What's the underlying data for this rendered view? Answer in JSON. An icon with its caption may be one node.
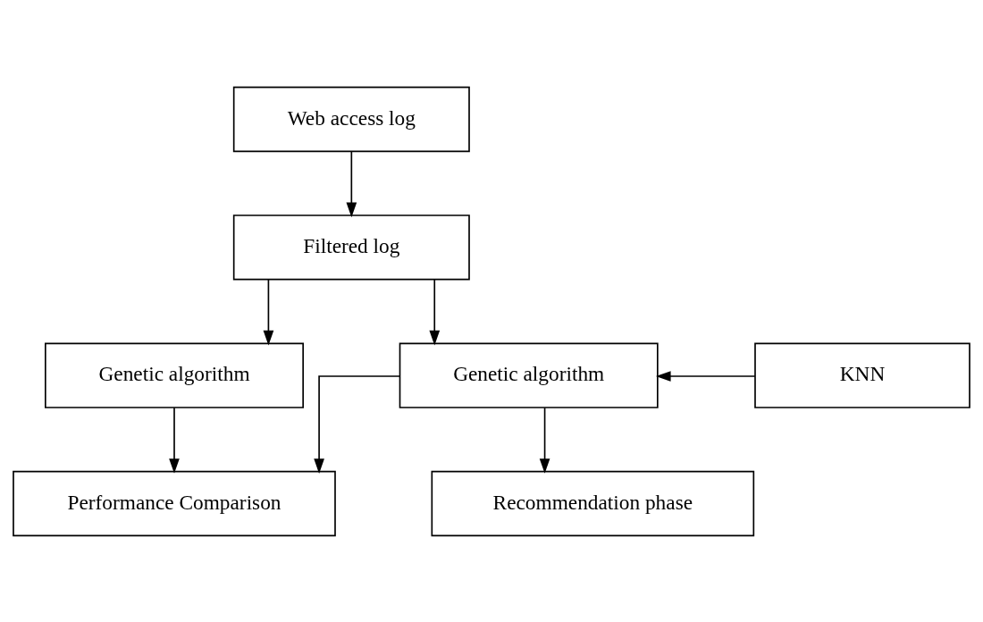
{
  "diagram": {
    "nodes": [
      {
        "text": [
          "Web access log"
        ]
      },
      {
        "text": [
          "Filtered log"
        ]
      },
      {
        "text": [
          "Genetic algorithm"
        ]
      },
      {
        "text": [
          "Genetic algorithm"
        ]
      },
      {
        "text": [
          "KNN"
        ]
      },
      {
        "text": [
          "Performance Comparison"
        ]
      },
      {
        "text": [
          "Recommendation phase"
        ]
      }
    ],
    "edges": [
      {
        "from": 0,
        "to": 1,
        "arrow": "to"
      },
      {
        "from": 1,
        "to": 2,
        "arrow": "to"
      },
      {
        "from": 1,
        "to": 3,
        "arrow": "to"
      },
      {
        "from": 4,
        "to": 3,
        "arrow": "to"
      },
      {
        "from": 2,
        "to": 5,
        "arrow": "to"
      },
      {
        "from": 3,
        "to": 5,
        "arrow": "to"
      },
      {
        "from": 3,
        "to": 6,
        "arrow": "to"
      }
    ]
  }
}
